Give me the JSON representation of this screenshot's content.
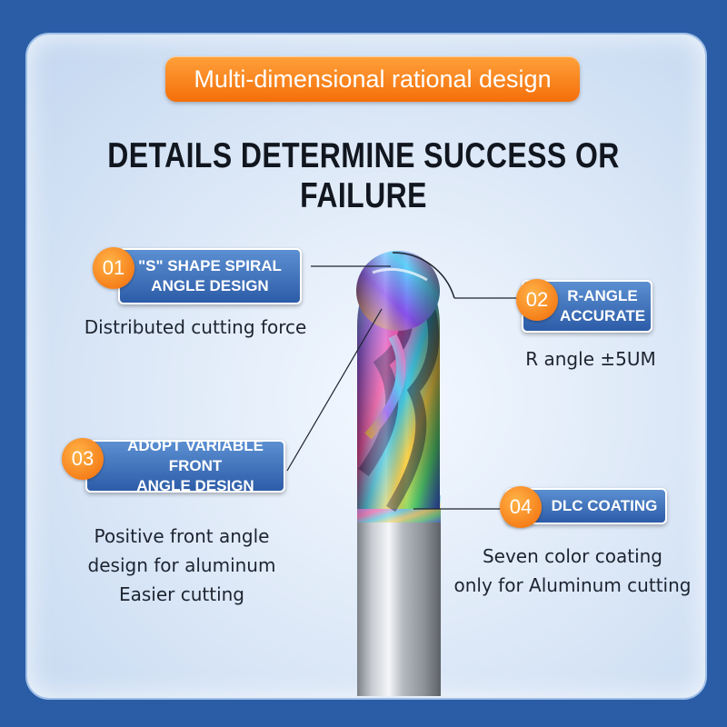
{
  "banner": {
    "text": "Multi-dimensional rational design"
  },
  "headline": "DETAILS DETERMINE SUCCESS OR FAILURE",
  "callouts": [
    {
      "number": "01",
      "title_line1": "\"S\" SHAPE SPIRAL",
      "title_line2": "ANGLE DESIGN",
      "desc_line1": "Distributed cutting force"
    },
    {
      "number": "02",
      "title_line1": "R-ANGLE",
      "title_line2": "ACCURATE",
      "desc_line1": "R angle ±5UM"
    },
    {
      "number": "03",
      "title_line1": "ADOPT VARIABLE FRONT",
      "title_line2": "ANGLE DESIGN",
      "desc_line1": "Positive front angle",
      "desc_line2": "design for aluminum",
      "desc_line3": "Easier cutting"
    },
    {
      "number": "04",
      "title_line1": "DLC COATING",
      "desc_line1": "Seven color coating",
      "desc_line2": "only for Aluminum cutting"
    }
  ],
  "colors": {
    "accent_orange": "#f46f0a",
    "pill_blue": "#2d5ca8",
    "background_blue": "#2a5da6"
  }
}
